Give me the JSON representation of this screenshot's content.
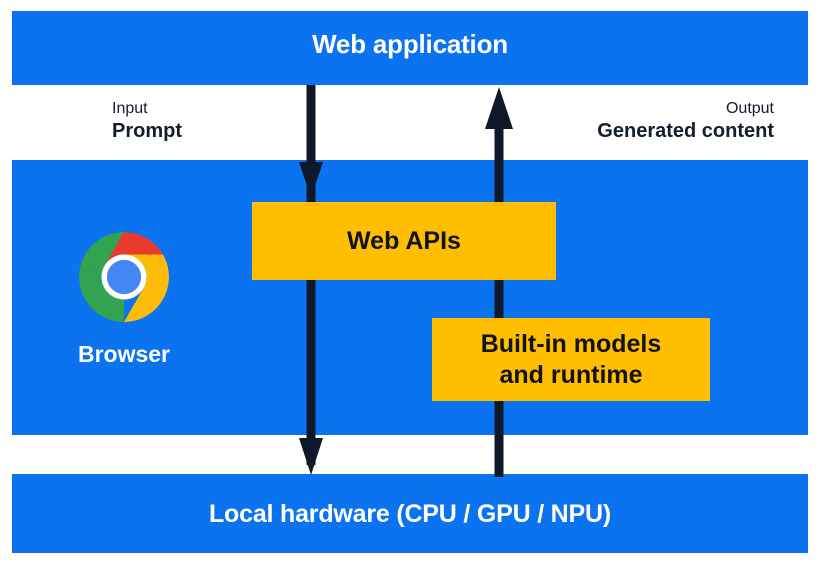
{
  "diagram": {
    "title": "Web application",
    "colors": {
      "band_blue": "#0b72f0",
      "box_yellow": "#ffbe00",
      "arrow_navy": "#0f1829",
      "band_text": "#ffffff",
      "box_text": "#10131c",
      "caption_text": "#141d2e"
    },
    "bands": {
      "web_application": {
        "label": "Web application"
      },
      "browser": {
        "label": "Browser"
      },
      "local_hardware": {
        "label": "Local hardware (CPU / GPU / NPU)"
      }
    },
    "captions": {
      "input": {
        "kind": "Input",
        "value": "Prompt"
      },
      "output": {
        "kind": "Output",
        "value": "Generated content"
      }
    },
    "boxes": {
      "web_apis": {
        "label": "Web APIs"
      },
      "built_in_models": {
        "line1": "Built-in models",
        "line2": "and runtime"
      }
    },
    "arrows": {
      "input_flow": "arrow-down-input",
      "output_flow": "arrow-up-output"
    },
    "icons": {
      "chrome_logo": "chrome-logo-icon"
    }
  }
}
